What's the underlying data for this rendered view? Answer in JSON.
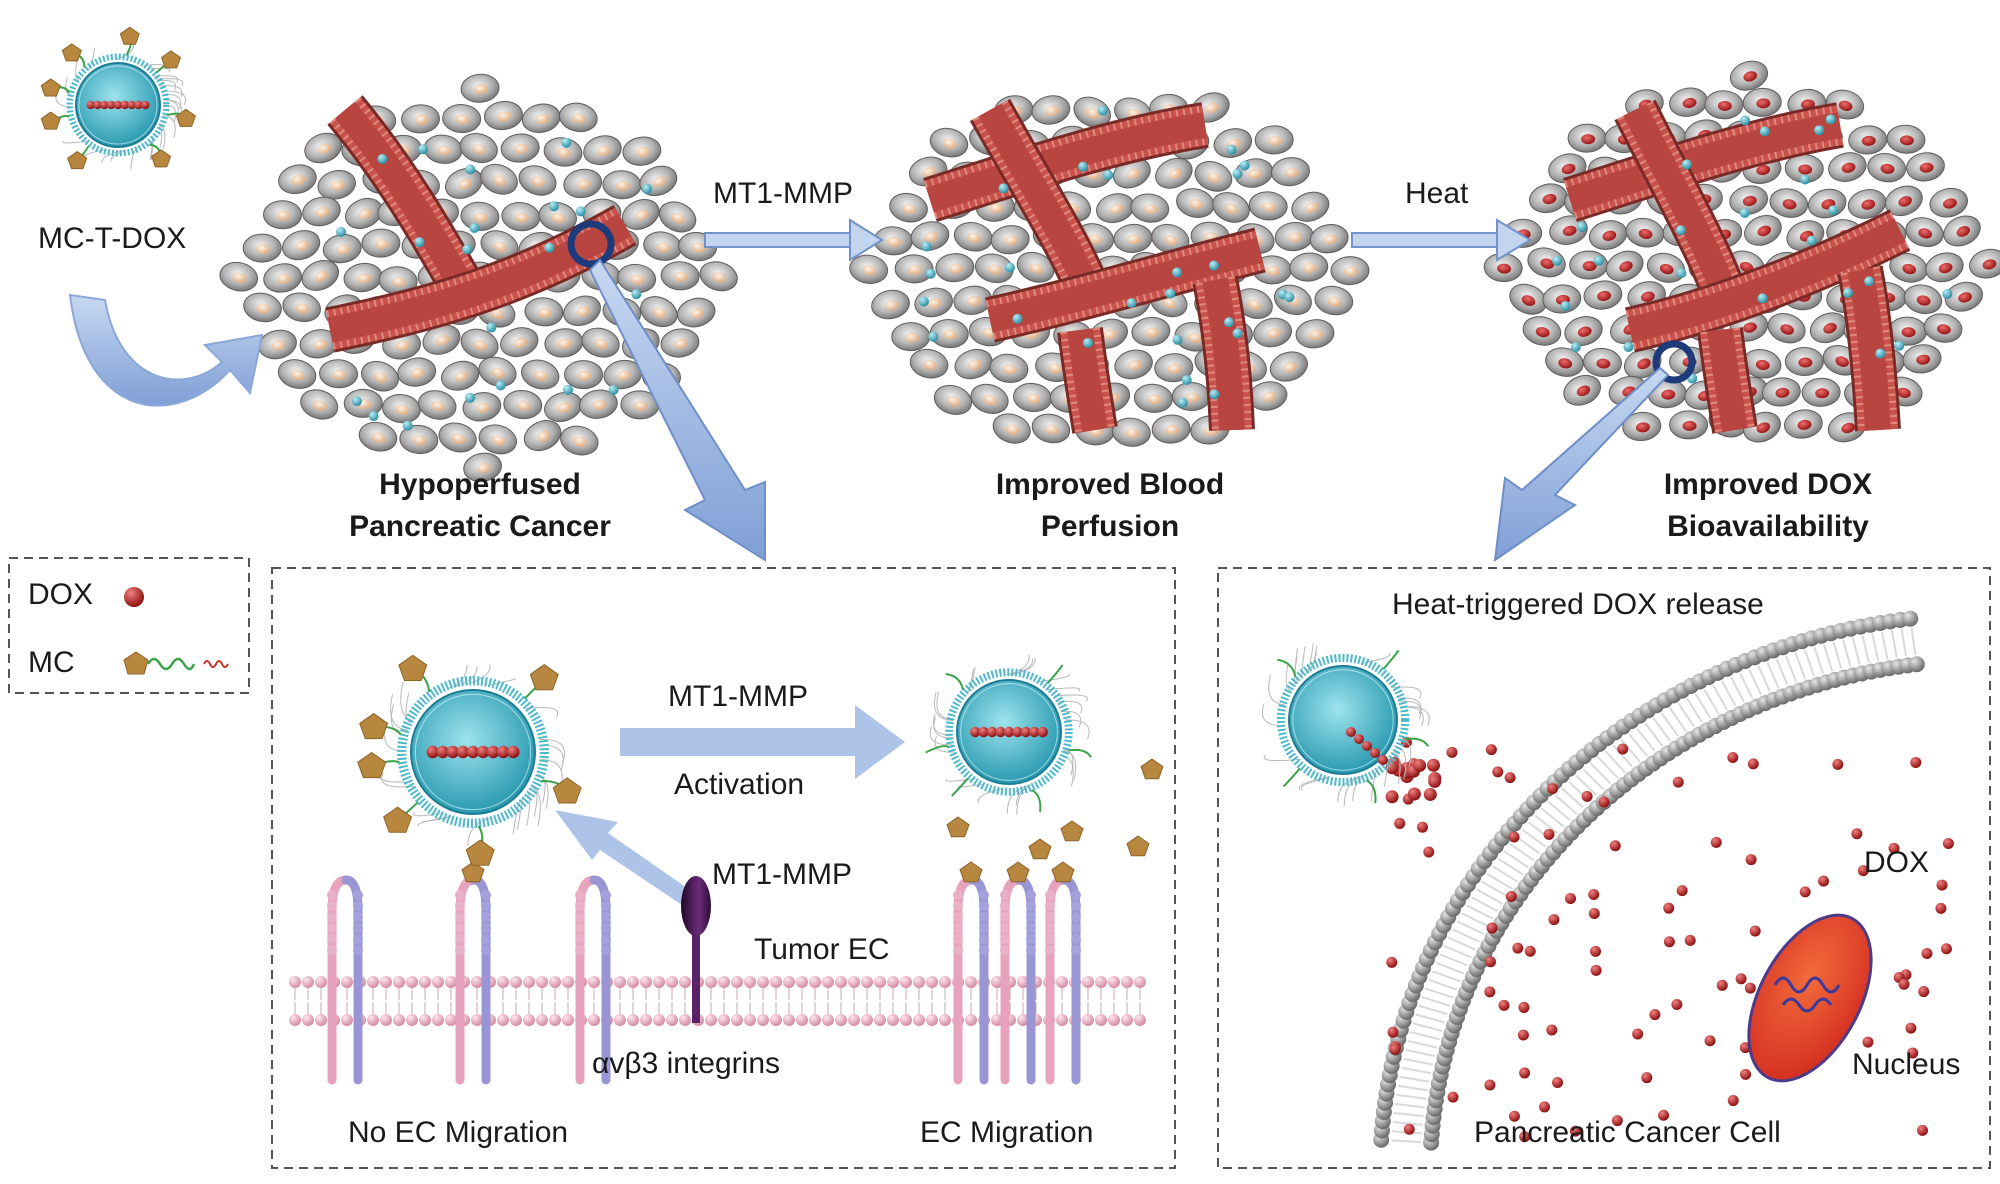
{
  "top": {
    "nanoparticle_label": "MC-T-DOX",
    "arrow1_label": "MT1-MMP",
    "arrow2_label": "Heat",
    "stage1": [
      "Hypoperfused",
      "Pancreatic Cancer"
    ],
    "stage2": [
      "Improved Blood",
      "Perfusion"
    ],
    "stage3": [
      "Improved DOX",
      "Bioavailability"
    ]
  },
  "legend": {
    "dox": "DOX",
    "mc": "MC"
  },
  "ec_panel": {
    "arrow_top": "MT1-MMP",
    "arrow_bottom": "Activation",
    "enzyme": "MT1-MMP",
    "membrane": "Tumor EC",
    "integrin": "αvβ3 integrins",
    "left_caption": "No EC Migration",
    "right_caption": "EC Migration"
  },
  "cell_panel": {
    "title": "Heat-triggered DOX release",
    "dox": "DOX",
    "nucleus": "Nucleus",
    "cell": "Pancreatic Cancer Cell"
  },
  "colors": {
    "vessel": "#c9534c",
    "cell_shell": "#8f8f8f",
    "dox": "#b51e1e",
    "nanoparticle": "#3fb4c9",
    "mc_peptide": "#b7873f",
    "arrow": "#9db8e2",
    "integrin_pink": "#e7a3bd",
    "integrin_purple": "#9a95d3",
    "enzyme": "#4a1a55",
    "nucleus": "#e3522a"
  }
}
